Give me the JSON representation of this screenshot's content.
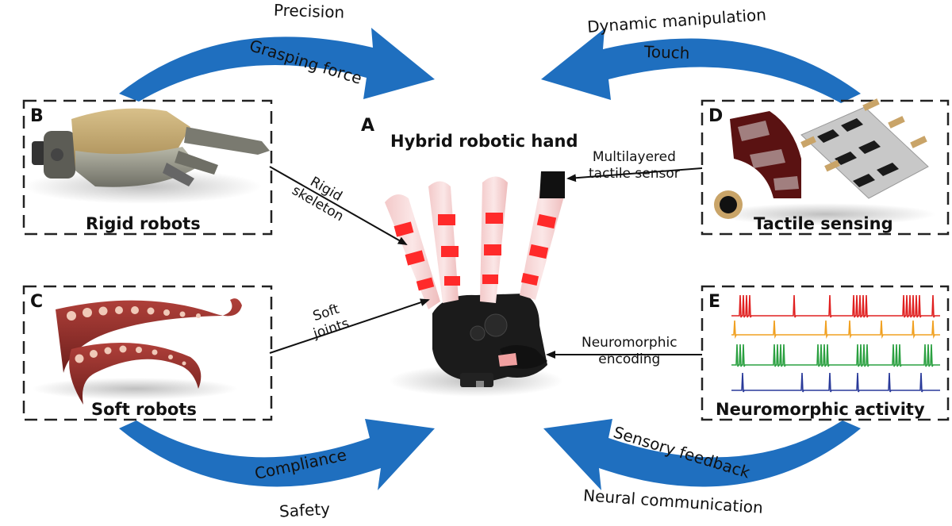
{
  "panels": {
    "A": {
      "letter": "A",
      "title": "Hybrid robotic hand"
    },
    "B": {
      "letter": "B",
      "title": "Rigid robots"
    },
    "C": {
      "letter": "C",
      "title": "Soft robots"
    },
    "D": {
      "letter": "D",
      "title": "Tactile sensing"
    },
    "E": {
      "letter": "E",
      "title": "Neuromorphic activity"
    }
  },
  "flows": {
    "top_left": {
      "outer": "Precision",
      "inner": "Grasping force"
    },
    "top_right": {
      "outer": "Dynamic manipulation",
      "inner": "Touch"
    },
    "bottom_left": {
      "inner": "Compliance",
      "outer": "Safety"
    },
    "bottom_right": {
      "inner": "Sensory feedback",
      "outer": "Neural communication"
    }
  },
  "connectors": {
    "rigid": {
      "line1": "Rigid",
      "line2": "skeleton"
    },
    "soft": {
      "line1": "Soft",
      "line2": "joints"
    },
    "tactile": {
      "line1": "Multilayered",
      "line2": "tactile sensor"
    },
    "neuro": {
      "line1": "Neuromorphic",
      "line2": "encoding"
    }
  },
  "colors": {
    "arrow_blue": "#1f6fbf",
    "spike_red": "#e02020",
    "spike_orange": "#f0a020",
    "spike_green": "#2aa040",
    "spike_blue": "#2a3a9a",
    "finger_band": "#ff2a2a"
  }
}
